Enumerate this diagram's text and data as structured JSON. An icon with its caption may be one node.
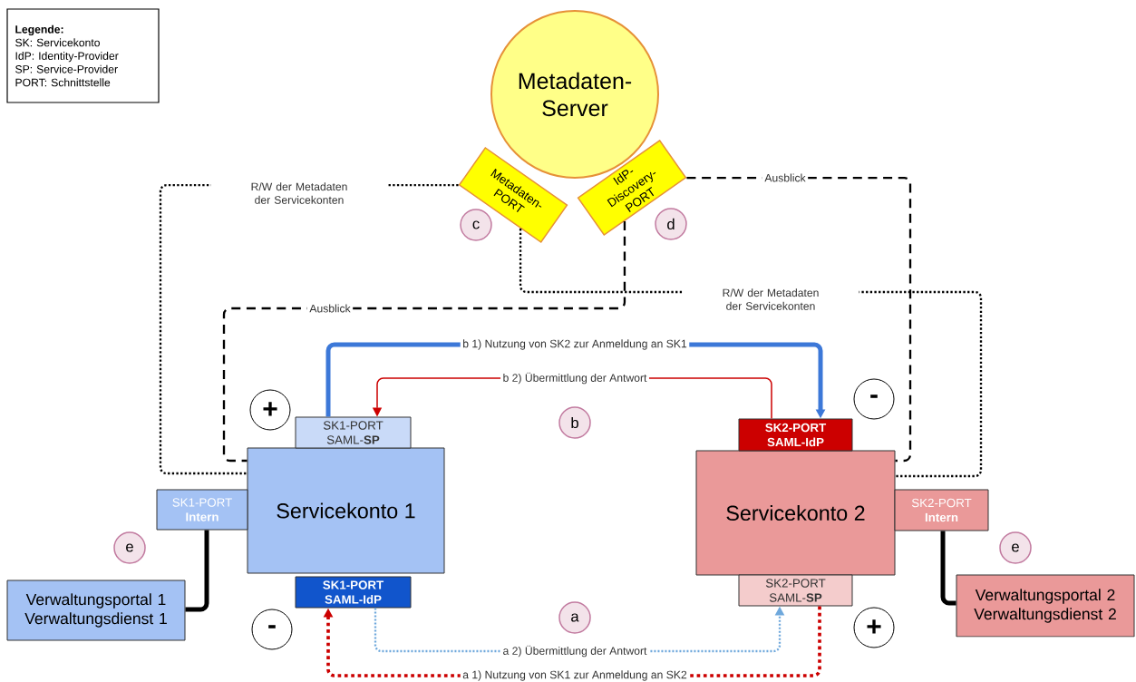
{
  "diagram": {
    "nodes": [
      {
        "text": [
          "Legende:",
          "SK: Servicekonto",
          "IdP: Identity-Provider",
          "SP: Service-Provider",
          "PORT: Schnittstelle"
        ]
      },
      {
        "text": [
          "Metadaten- Server"
        ]
      },
      {
        "text": [
          "Metadaten- PORT"
        ]
      },
      {
        "text": [
          "IdP- Discovery- PORT"
        ]
      },
      {
        "text": [
          "Servicekonto 1"
        ]
      },
      {
        "text": [
          "SK1-PORT SAML-**SP**"
        ]
      },
      {
        "text": [
          "SK1-PORT **Intern**"
        ]
      },
      {
        "text": [
          "SK1-PORT SAML-IdP"
        ]
      },
      {
        "text": [
          "Verwaltungsportal 1 Verwaltungsdienst 1"
        ]
      },
      {
        "text": [
          "Servicekonto 2"
        ]
      },
      {
        "text": [
          "SK2-PORT SAML-IdP"
        ]
      },
      {
        "text": [
          "SK2-PORT **Intern**"
        ]
      },
      {
        "text": [
          "SK2-PORT SAML-**SP**"
        ]
      },
      {
        "text": [
          "Verwaltungsportal 2 Verwaltungsdienst 2"
        ]
      },
      {
        "text": [
          "c"
        ]
      },
      {
        "text": [
          "d"
        ]
      },
      {
        "text": [
          "b"
        ]
      },
      {
        "text": [
          "a"
        ]
      },
      {
        "text": [
          "e"
        ]
      },
      {
        "text": [
          "e"
        ]
      },
      {
        "text": [
          "+"
        ]
      },
      {
        "text": [
          "-"
        ]
      },
      {
        "text": [
          "-"
        ]
      },
      {
        "text": [
          "+"
        ]
      }
    ],
    "edges": [
      {
        "from": 2,
        "to": 4,
        "arrow": "none",
        "label": "R/W der Metadaten der Servicekonten",
        "style": "dashed"
      },
      {
        "from": 2,
        "to": 9,
        "arrow": "none",
        "label": "R/W der Metadaten der Servicekonten",
        "style": "dashed"
      },
      {
        "from": 3,
        "to": 4,
        "arrow": "none",
        "label": "Ausblick",
        "style": "dashed"
      },
      {
        "from": 3,
        "to": 9,
        "arrow": "none",
        "label": "Ausblick",
        "style": "dashed"
      },
      {
        "from": 5,
        "to": 10,
        "arrow": "to",
        "label": "b 1) Nutzung von SK2 zur Anmeldung an SK1",
        "style": "thick",
        "color": "#3c78d8"
      },
      {
        "from": 10,
        "to": 5,
        "arrow": "to",
        "label": "b 2) Übermittlung der Antwort",
        "color": "#cc0000"
      },
      {
        "from": 12,
        "to": 7,
        "arrow": "to",
        "label": "a 1) Nutzung von SK1 zur Anmeldung an SK2",
        "style": "dashed",
        "color": "#cc0000"
      },
      {
        "from": 7,
        "to": 12,
        "arrow": "to",
        "label": "a 2) Übermittlung der Antwort",
        "style": "dashed",
        "color": "#6fa8dc"
      },
      {
        "from": 6,
        "to": 8,
        "arrow": "none",
        "style": "thick"
      },
      {
        "from": 11,
        "to": 13,
        "arrow": "none",
        "style": "thick"
      }
    ]
  }
}
